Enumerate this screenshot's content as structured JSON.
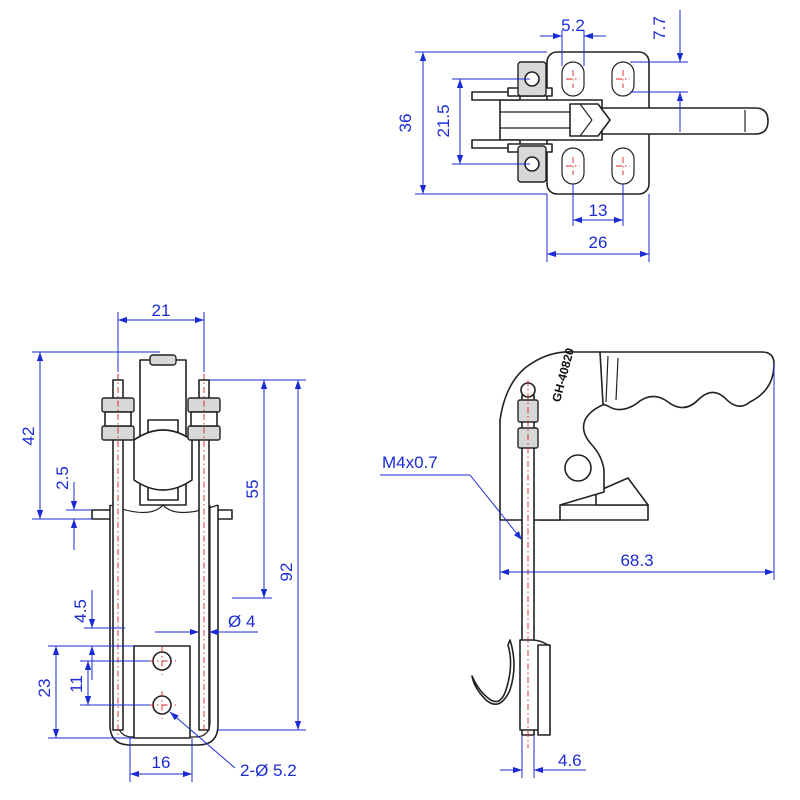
{
  "drawing": {
    "model_label": "GH-40820",
    "thread_label": "M4x0.7",
    "top_view": {
      "dims": [
        "5.2",
        "7.7",
        "36",
        "21.5",
        "13",
        "26"
      ]
    },
    "front_view": {
      "dims": [
        "21",
        "42",
        "2.5",
        "55",
        "92",
        "4.5",
        "Ø 4",
        "23",
        "11",
        "16",
        "2-Ø 5.2"
      ]
    },
    "side_view": {
      "dims": [
        "68.3",
        "4.6"
      ]
    },
    "colors": {
      "dimension": "#1a2bd6",
      "centerline": "#d42020",
      "outline": "#222222"
    }
  }
}
